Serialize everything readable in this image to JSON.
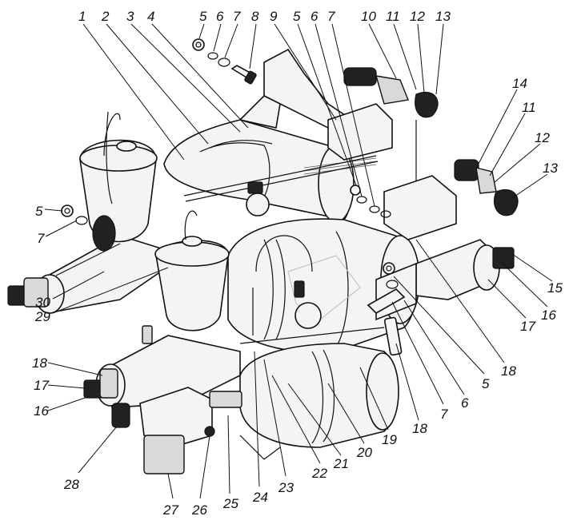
{
  "callouts": {
    "top": [
      "1",
      "2",
      "3",
      "4",
      "5",
      "6",
      "7",
      "8",
      "9",
      "5",
      "6",
      "7",
      "10",
      "11",
      "12",
      "13"
    ],
    "right": [
      "14",
      "11",
      "12",
      "13",
      "15",
      "16",
      "17"
    ],
    "left": [
      "5",
      "7",
      "30",
      "29",
      "18",
      "17",
      "16",
      "28"
    ],
    "bottom": [
      "27",
      "26",
      "25",
      "24",
      "23",
      "22",
      "21",
      "20",
      "19",
      "18",
      "7",
      "6",
      "5",
      "18"
    ]
  }
}
